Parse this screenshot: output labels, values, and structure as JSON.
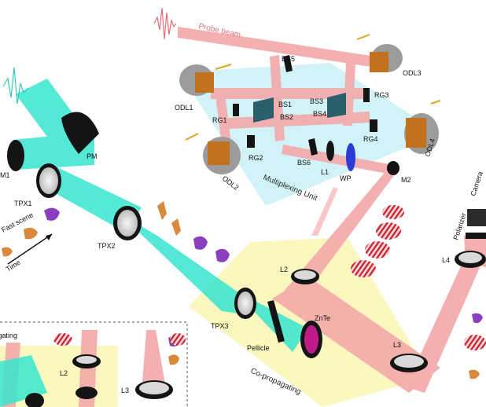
{
  "labels": {
    "probe_beam": "Probe beam",
    "bs5": "BS5",
    "odl3": "ODL3",
    "odl1": "ODL1",
    "bs1": "BS1",
    "bs3": "BS3",
    "rg3": "RG3",
    "rg1": "RG1",
    "bs2": "BS2",
    "bs4": "BS4",
    "pm": "PM",
    "rg4": "RG4",
    "rg2": "RG2",
    "odl4": "ODL4",
    "bs6": "BS6",
    "l1": "L1",
    "wp": "WP",
    "m2": "M2",
    "odl2": "ODL2",
    "m1": "M1",
    "tpx1": "TPX1",
    "multiplexing_unit": "Multiplexing Unit",
    "camera": "Camera",
    "polarizer": "Polarizer",
    "fast_scene": "Fast scene",
    "time": "Time",
    "tpx2": "TPX2",
    "l4": "L4",
    "l2": "L2",
    "znte": "ZnTe",
    "tpx3": "TPX3",
    "pellicle": "Pellicle",
    "l3": "L3",
    "co_propagating": "Co-propagating",
    "inset_co_propagating": "Co-propagating",
    "inset_l2": "L2",
    "inset_l3": "L3"
  },
  "colors": {
    "probe_beam": "#f3a7a7",
    "terahertz_beam": "#35e6cf",
    "multiplexing_panel": "#c9f1f7",
    "co_propagating_panel": "#fbf6b8",
    "optic_black": "#141414",
    "znte_crystal": "#c21a8b",
    "waveplate": "#2a3bd6",
    "sample_purple": "#8a3fbf",
    "sample_orange": "#d9893a",
    "stripe_red": "#c81e2c",
    "odl_cube": "#c2721c"
  }
}
